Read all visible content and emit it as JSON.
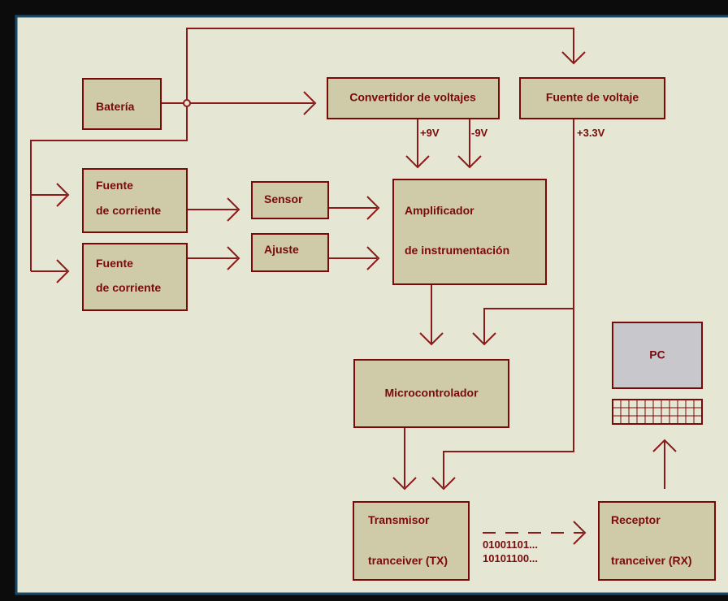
{
  "colors": {
    "frame": "#0c0c0c",
    "panel": "#e6e6d4",
    "panel_border": "#1a4a6a",
    "block_fill": "#cfcaa8",
    "wire": "#8b1a1a",
    "text": "#7a0a0a",
    "pc_screen": "#c8c8cc"
  },
  "blocks": {
    "bateria": "Batería",
    "convertidor": "Convertidor de voltajes",
    "fuente_voltaje": "Fuente de voltaje",
    "fuente1_l1": "Fuente",
    "fuente1_l2": "de corriente",
    "fuente2_l1": "Fuente",
    "fuente2_l2": "de corriente",
    "sensor": "Sensor",
    "ajuste": "Ajuste",
    "amplificador_l1": "Amplificador",
    "amplificador_l2": "de instrumentación",
    "micro": "Microcontrolador",
    "tx_l1": "Transmisor",
    "tx_l2": "tranceiver (TX)",
    "rx_l1": "Receptor",
    "rx_l2": "tranceiver (RX)",
    "pc": "PC"
  },
  "labels": {
    "plus9": "+9V",
    "minus9": "-9V",
    "plus33": "+3.3V",
    "bits1": "01001101...",
    "bits2": "10101100..."
  }
}
